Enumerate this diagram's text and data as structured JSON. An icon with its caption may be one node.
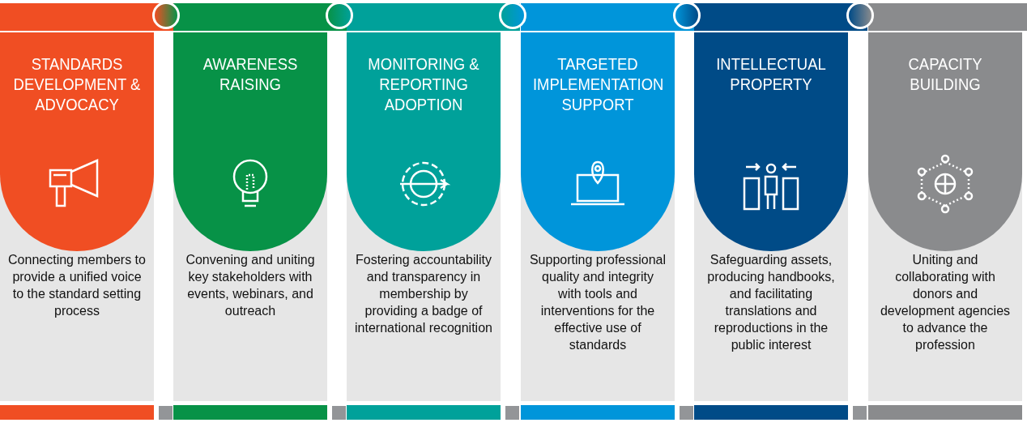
{
  "diagram": {
    "nodes": [
      {
        "text": [
          "STANDARDS DEVELOPMENT & ADVOCACY",
          "Connecting members to provide a unified voice to the standard setting process"
        ]
      },
      {
        "text": [
          "AWARENESS RAISING",
          "Convening and uniting key stakeholders with events, webinars, and outreach"
        ]
      },
      {
        "text": [
          "MONITORING & REPORTING ADOPTION",
          "Fostering accountability and transparency in membership by providing a badge of international recognition"
        ]
      },
      {
        "text": [
          "TARGETED IMPLEMENTATION SUPPORT",
          "Supporting professional quality and integrity with tools and interventions for the effective use of standards"
        ]
      },
      {
        "text": [
          "INTELLECTUAL PROPERTY",
          "Safeguarding assets, producing handbooks, and facilitating translations and reproductions in the public interest"
        ]
      },
      {
        "text": [
          "CAPACITY BUILDING",
          "Uniting and collaborating with donors and development agencies to advance the profession"
        ]
      }
    ]
  }
}
